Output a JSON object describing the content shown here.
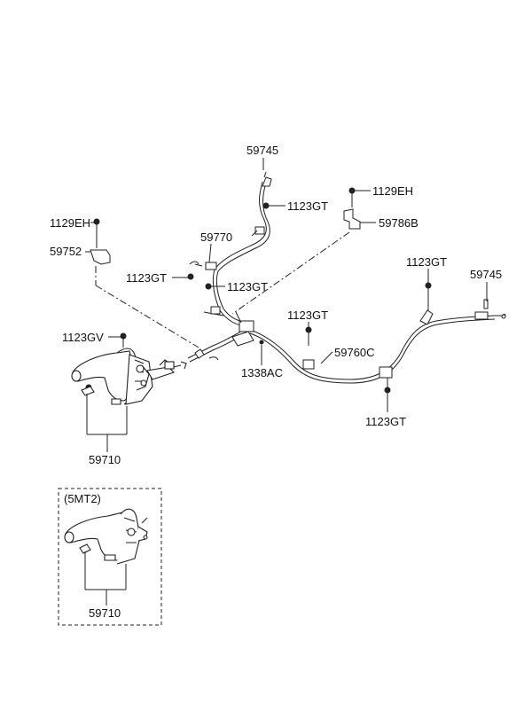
{
  "diagram": {
    "labels": {
      "p59745_top": "59745",
      "p1123GT_a": "1123GT",
      "p1129EH_right": "1129EH",
      "p59786B": "59786B",
      "p1129EH_left": "1129EH",
      "p59770": "59770",
      "p59752": "59752",
      "p1123GT_b": "1123GT",
      "p1123GT_c": "1123GT",
      "p1123GT_d": "1123GT",
      "p59745_right": "59745",
      "p1123GT_e": "1123GT",
      "p1123GV": "1123GV",
      "p59760C": "59760C",
      "p1338AC": "1338AC",
      "p1123GT_f": "1123GT",
      "p59710_main": "59710",
      "p5MT2": "(5MT2)",
      "p59710_box": "59710"
    }
  }
}
